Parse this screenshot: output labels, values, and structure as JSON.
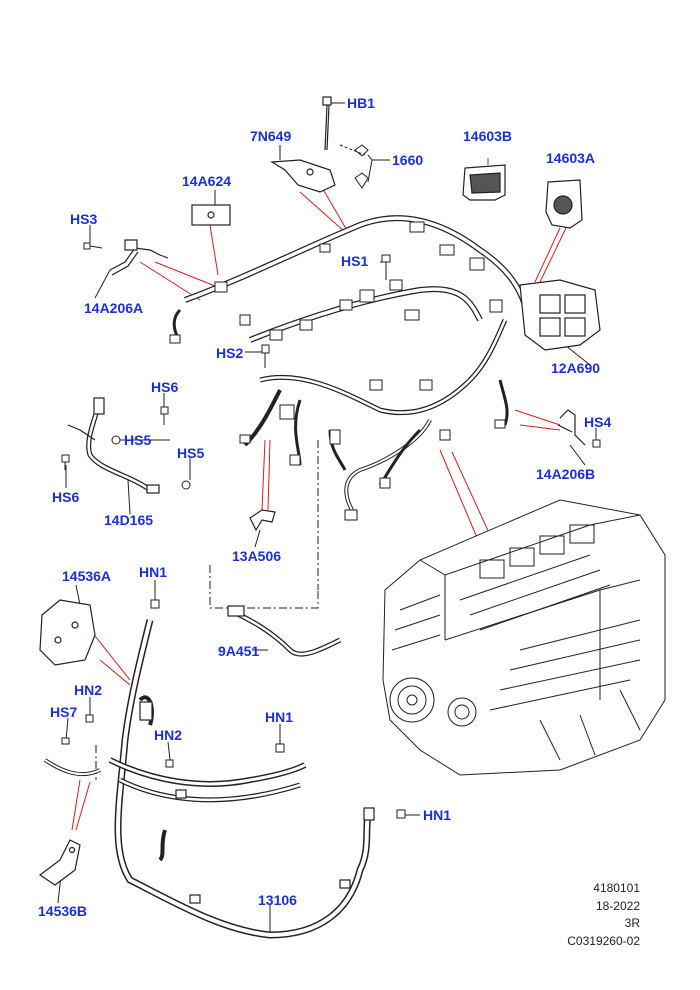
{
  "labels": {
    "hb1": "HB1",
    "7n649": "7N649",
    "14603b": "14603B",
    "14603a": "14603A",
    "1660": "1660",
    "14a624": "14A624",
    "hs3": "HS3",
    "hs1": "HS1",
    "14a206a": "14A206A",
    "hs2": "HS2",
    "12a690": "12A690",
    "hs6_top": "HS6",
    "hs5_a": "HS5",
    "hs5_b": "HS5",
    "hs6_bottom": "HS6",
    "hs4": "HS4",
    "14a206b": "14A206B",
    "14d165": "14D165",
    "13a506": "13A506",
    "14536a": "14536A",
    "hn1_a": "HN1",
    "9a451": "9A451",
    "hn2_a": "HN2",
    "hs7": "HS7",
    "hn2_b": "HN2",
    "hn1_b": "HN1",
    "hn1_c": "HN1",
    "13106": "13106",
    "14536b": "14536B"
  },
  "footer": {
    "line1": "4180101",
    "line2": "18-2022",
    "line3": "3R",
    "line4": "C0319260-02"
  },
  "colors": {
    "label": "#1a2fd6",
    "leader": "#d42020",
    "line": "#222222"
  }
}
